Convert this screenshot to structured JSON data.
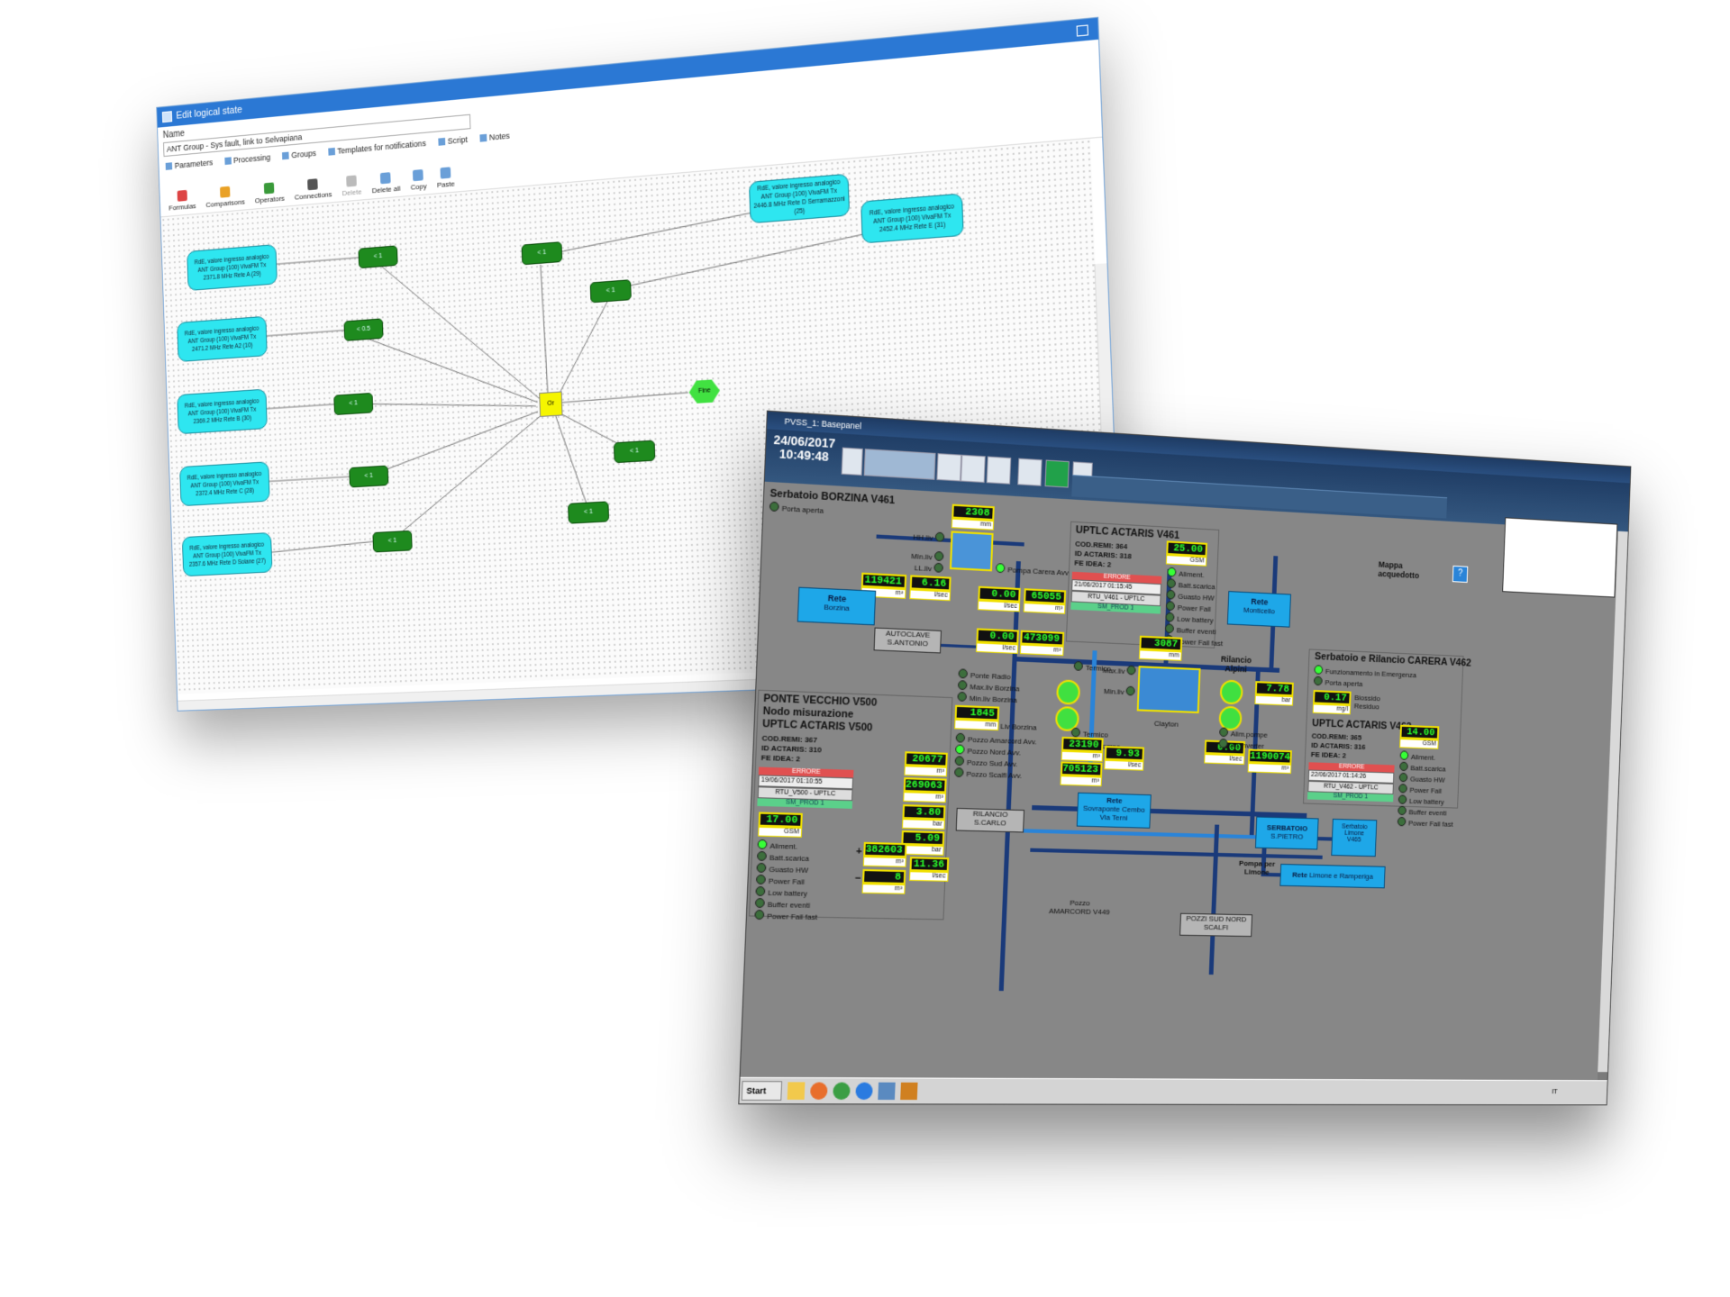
{
  "editor": {
    "title": "Edit logical state",
    "name_label": "Name",
    "name_value": "ANT Group - Sys fault, link to Selvapiana",
    "tabs": [
      "Parameters",
      "Processing",
      "Groups",
      "Templates for notifications",
      "Script",
      "Notes"
    ],
    "toolbar": [
      "Formulas",
      "Comparisons",
      "Operators",
      "Connections",
      "Delete",
      "Delete all",
      "Copy",
      "Paste"
    ],
    "sources": [
      "RdE, valore ingresso analogico ANT Group (100) VivaFM Tx 2371.8 MHz Rete A (29)",
      "RdE, valore ingresso analogico ANT Group (100) VivaFM Tx 2471.2 MHz Rete A2 (10)",
      "RdE, valore ingresso analogico ANT Group (100) VivaFM Tx 2369.2 MHz Rete B (30)",
      "RdE, valore ingresso analogico ANT Group (100) VivaFM Tx 2372.4 MHz Rete C (28)",
      "RdE, valore ingresso analogico ANT Group (100) VivaFM Tx 2357.6 MHz Rete D Solane (27)",
      "RdE, valore ingresso analogico ANT Group (100) VivaFM Tx 2446.8 MHz Rete D Serramazzoni (25)",
      "RdE, valore ingresso analogico ANT Group (100) VivaFM Tx 2452.4 MHz Rete E (31)"
    ],
    "comparators": [
      "< 1",
      "< 0.5",
      "< 1",
      "< 1",
      "< 1",
      "< 1",
      "< 1",
      "< 1",
      "< 1"
    ],
    "or_label": "Or",
    "fine_label": "Fine"
  },
  "pvss": {
    "title": "PVSS_1: Basepanel",
    "date": "24/06/2017",
    "time": "10:49:48",
    "borzina": {
      "title": "Serbatoio BORZINA V461",
      "porta": "Porta aperta",
      "level": "2308",
      "level_unit": "mm",
      "hh": "HH.liv",
      "min": "Min.liv",
      "ll": "LL.liv",
      "pompa": "Pompa Carera Avv.",
      "flow_total": "119421",
      "flow_total_unit": "m³",
      "flow": "6.16",
      "flow_unit": "l/sec",
      "q1": "0.00",
      "q1_unit": "l/sec",
      "q2": "65055",
      "q2_unit": "m³"
    },
    "uptlc461": {
      "title": "UPTLC ACTARIS V461",
      "codremi": "COD.REMI: 364",
      "idactaris": "ID ACTARIS: 318",
      "feidea": "FE IDEA: 2",
      "gsm": "25.00",
      "gsm_unit": "GSM",
      "errore": "ERRORE",
      "date": "21/06/2017 01:15:45",
      "rtu": "RTU_V461 - UPTLC",
      "status": "SM_PROD 1",
      "leds": [
        "Aliment.",
        "Batt.scarica",
        "Guasto HW",
        "Power Fail",
        "Low battery",
        "Buffer eventi",
        "Power Fail fast"
      ]
    },
    "rete_borzina": {
      "line1": "Rete",
      "line2": "Borzina"
    },
    "rete_monticello": {
      "line1": "Rete",
      "line2": "Monticello"
    },
    "mappa": "Mappa acquedotto",
    "autoclave": "AUTOCLAVE S.ANTONIO",
    "centro": {
      "q3": "0.00",
      "q3_unit": "l/sec",
      "q4": "473099",
      "q4_unit": "m³",
      "termico1": "Termico",
      "termico2": "Termico",
      "alim": "Alim.pompe",
      "ponte": [
        "Ponte Radio",
        "Max.liv Borzina",
        "Min.liv Borzina"
      ],
      "liv": "1845",
      "liv_unit": "mm",
      "liv_label": "Liv Borzina",
      "pozzi": [
        "Pozzo Amarcord Avv.",
        "Pozzo Nord Avv.",
        "Pozzo Sud Avv.",
        "Pozzo Scalfi Avv."
      ],
      "maxliv": "Max.liv",
      "minliv": "Min.liv",
      "tank_level": "3087",
      "tank_unit": "mm",
      "clayton": "Clayton",
      "q5": "23190",
      "q5_unit": "m³",
      "q6": "9.93",
      "q6_unit": "l/sec",
      "q7": "705123",
      "q7_unit": "m³",
      "q8": "0.00",
      "q8_unit": "l/sec",
      "q9": "1190074",
      "q9_unit": "m³"
    },
    "alpini": {
      "title": "Rilancio Alpini",
      "press": "7.78",
      "press_unit": "bar",
      "alim": "Alim.pompe",
      "inverter": "An.inverter"
    },
    "carera": {
      "title": "Serbatoio e Rilancio CARERA V462",
      "funz": "Funzionamento in Emergenza",
      "porta": "Porta aperta",
      "biossido": "0.17",
      "biossido_unit": "mg/l",
      "biossido_label": "Biossido Residuo"
    },
    "uptlc462": {
      "title": "UPTLC ACTARIS V462",
      "codremi": "COD.REMI: 365",
      "idactaris": "ID ACTARIS: 316",
      "feidea": "FE IDEA: 2",
      "gsm": "14.00",
      "gsm_unit": "GSM",
      "errore": "ERRORE",
      "date": "22/06/2017 01:14:26",
      "rtu": "RTU_V462 - UPTLC",
      "status": "SM_PROD 1",
      "leds": [
        "Aliment.",
        "Batt.scarica",
        "Guasto HW",
        "Power Fail",
        "Low battery",
        "Buffer eventi",
        "Power Fail fast"
      ]
    },
    "v500": {
      "title1": "PONTE VECCHIO V500",
      "title2": "Nodo misurazione",
      "title3": "UPTLC ACTARIS V500",
      "codremi": "COD.REMI: 367",
      "idactaris": "ID ACTARIS: 310",
      "feidea": "FE IDEA: 2",
      "errore": "ERRORE",
      "date": "19/06/2017 01:10:55",
      "rtu": "RTU_V500 - UPTLC",
      "status": "SM_PROD 1",
      "gsm": "17.00",
      "gsm_unit": "GSM",
      "leds": [
        "Aliment.",
        "Batt.scarica",
        "Guasto HW",
        "Power Fail",
        "Low battery",
        "Buffer eventi",
        "Power Fail fast"
      ]
    },
    "ponte_values": [
      {
        "v": "20677",
        "u": "m³"
      },
      {
        "v": "269063",
        "u": "m³"
      },
      {
        "v": "3.80",
        "u": "bar"
      },
      {
        "v": "5.09",
        "u": "bar"
      },
      {
        "v": "382603",
        "u": "m³"
      },
      {
        "v": "11.36",
        "u": "l/sec"
      },
      {
        "v": "8",
        "u": "m³"
      }
    ],
    "rilancio_scarlo": "RILANCIO S.CARLO",
    "rete_sovraponte": {
      "line1": "Rete",
      "line2": "Sovraponte Cembo",
      "line3": "Via Terni"
    },
    "serbatoio_pietro": {
      "line1": "SERBATOIO",
      "line2": "S.PIETRO"
    },
    "serbatoio_limone": {
      "line1": "Serbatoio",
      "line2": "Limone",
      "line3": "V465"
    },
    "rete_limone": {
      "line1": "Rete",
      "line2": "Limone e Ramperiga"
    },
    "pompa_limone": "Pompa per Limone",
    "pozzo_amarcord": "Pozzo AMARCORD V449",
    "pozzi": "POZZI SUD NORD SCALFI",
    "taskbar": {
      "start": "Start",
      "lang": "IT"
    }
  }
}
